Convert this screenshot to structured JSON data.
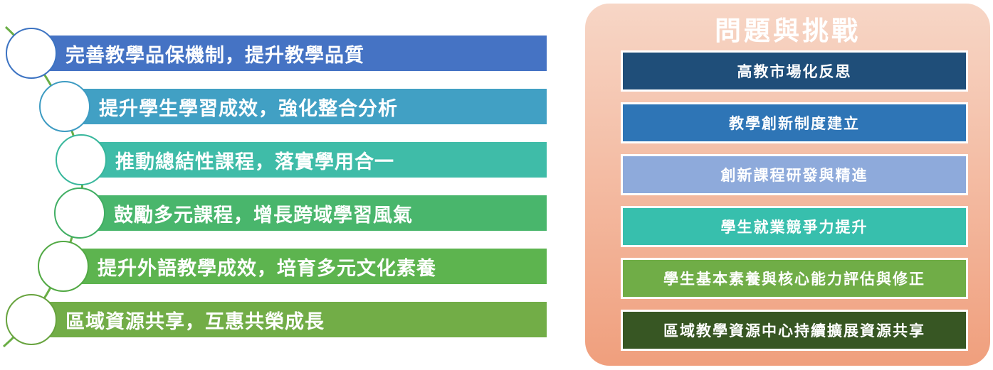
{
  "left_items": [
    {
      "label": "完善教學品保機制，提升教學品質",
      "color": "#4573c4",
      "circle": "#3c73c2"
    },
    {
      "label": "提升學生學習成效，強化整合分析",
      "color": "#41a0c4",
      "circle": "#3d9bc2"
    },
    {
      "label": "推動總結性課程，落實學用合一",
      "color": "#3fbca8",
      "circle": "#38b79c"
    },
    {
      "label": "鼓勵多元課程，增長跨域學習風氣",
      "color": "#49b66c",
      "circle": "#40ae63"
    },
    {
      "label": "提升外語教學成效，培育多元文化素養",
      "color": "#5db44f",
      "circle": "#52a944"
    },
    {
      "label": "區域資源共享，互惠共榮成長",
      "color": "#72ad47",
      "circle": "#67a33e"
    }
  ],
  "panel": {
    "title": "問題與挑戰",
    "items": [
      {
        "label": "高教市場化反思",
        "color": "#1f4e79"
      },
      {
        "label": "教學創新制度建立",
        "color": "#2e75b6"
      },
      {
        "label": "創新課程研發與精進",
        "color": "#8eaadb"
      },
      {
        "label": "學生就業競爭力提升",
        "color": "#37bfad"
      },
      {
        "label": "學生基本素養與核心能力評估與修正",
        "color": "#70ad47"
      },
      {
        "label": "區域教學資源中心持續擴展資源共享",
        "color": "#375623"
      }
    ]
  }
}
